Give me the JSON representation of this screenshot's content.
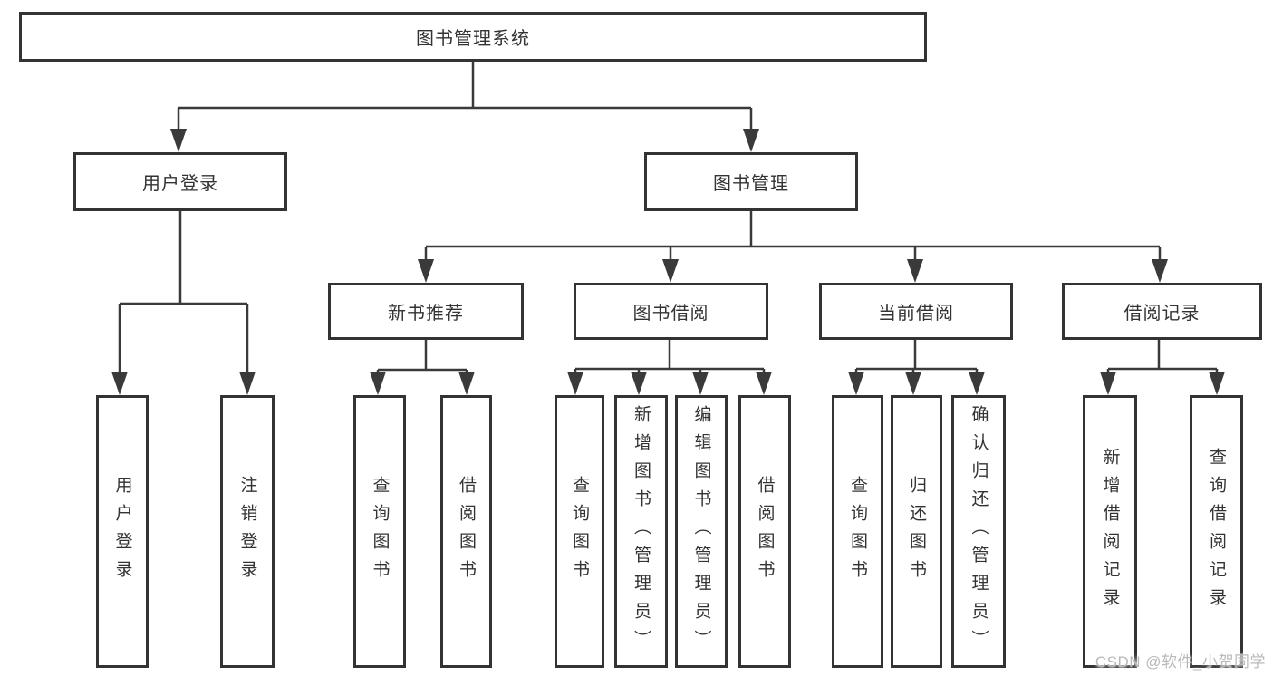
{
  "diagram": {
    "root": {
      "label": "图书管理系统"
    },
    "user_login": {
      "label": "用户登录",
      "children": [
        {
          "label": "用户登录"
        },
        {
          "label": "注销登录"
        }
      ]
    },
    "book_mgmt": {
      "label": "图书管理",
      "sections": [
        {
          "label": "新书推荐",
          "children": [
            {
              "label": "查询图书"
            },
            {
              "label": "借阅图书"
            }
          ]
        },
        {
          "label": "图书借阅",
          "children": [
            {
              "label": "查询图书"
            },
            {
              "label": "新增图书（管理员）"
            },
            {
              "label": "编辑图书（管理员）"
            },
            {
              "label": "借阅图书"
            }
          ]
        },
        {
          "label": "当前借阅",
          "children": [
            {
              "label": "查询图书"
            },
            {
              "label": "归还图书"
            },
            {
              "label": "确认归还（管理员）"
            }
          ]
        },
        {
          "label": "借阅记录",
          "children": [
            {
              "label": "新增借阅记录"
            },
            {
              "label": "查询借阅记录"
            }
          ]
        }
      ]
    }
  },
  "colors": {
    "line": "#3a3a3a",
    "border": "#333333",
    "text": "#333333",
    "watermark": "#b9b9b9"
  },
  "watermark": {
    "text": "CSDN @软件_小贺同学"
  }
}
